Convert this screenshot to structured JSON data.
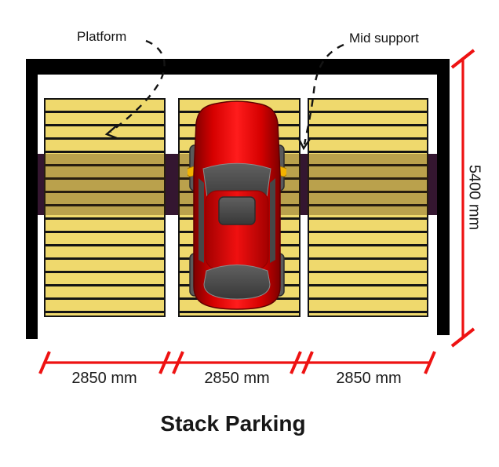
{
  "title": "Stack Parking",
  "annotations": {
    "platform_label": "Platform",
    "mid_support_label": "Mid support"
  },
  "dimensions": {
    "bay_widths": [
      "2850 mm",
      "2850 mm",
      "2850 mm"
    ],
    "depth": "5400 mm"
  },
  "structure": {
    "platform_count": 3,
    "occupied_bay": "middle"
  },
  "colors": {
    "dimension_red": "#ee1212",
    "platform_yellow": "#efd96d",
    "platform_shadow_band": "#c7a63f",
    "mid_support_purple": "#341630",
    "frame_black": "#000000",
    "car_red": "#dc0000",
    "text_dark": "#1b1b1b"
  },
  "icons": {
    "car": "red-car-top-view"
  }
}
